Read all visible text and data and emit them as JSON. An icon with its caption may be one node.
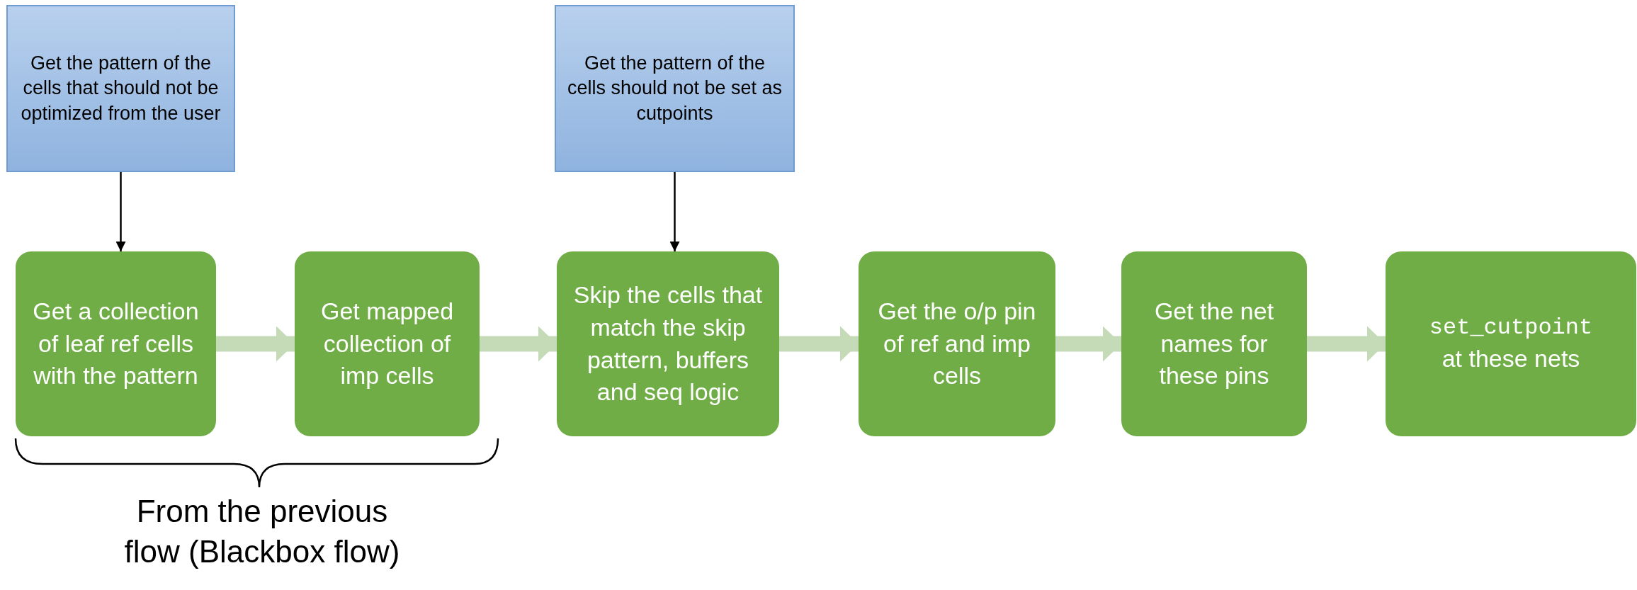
{
  "diagram": {
    "nodes": [
      {
        "text": [
          "Get the pattern of the cells that should not be optimized from the user"
        ]
      },
      {
        "text": [
          "Get the pattern of the cells should not be set as cutpoints"
        ]
      },
      {
        "text": [
          "Get a collection of leaf ref cells with the pattern"
        ]
      },
      {
        "text": [
          "Get mapped collection of imp cells"
        ]
      },
      {
        "text": [
          "Skip the cells that match the skip pattern, buffers and seq logic"
        ]
      },
      {
        "text": [
          "Get the o/p pin of ref and imp cells"
        ]
      },
      {
        "text": [
          "Get the net names for these pins"
        ]
      },
      {
        "text": [
          "set_cutpoint",
          "at these nets"
        ]
      }
    ],
    "edges": [
      {
        "from": 0,
        "to": 2,
        "arrow": "to",
        "color": "#000000"
      },
      {
        "from": 1,
        "to": 4,
        "arrow": "to",
        "color": "#000000"
      },
      {
        "from": 2,
        "to": 3,
        "arrow": "to"
      },
      {
        "from": 3,
        "to": 4,
        "arrow": "to"
      },
      {
        "from": 4,
        "to": 5,
        "arrow": "to"
      },
      {
        "from": 5,
        "to": 6,
        "arrow": "to"
      },
      {
        "from": 6,
        "to": 7,
        "arrow": "to"
      }
    ],
    "labels": [
      "From the previous flow (Blackbox flow)"
    ]
  }
}
